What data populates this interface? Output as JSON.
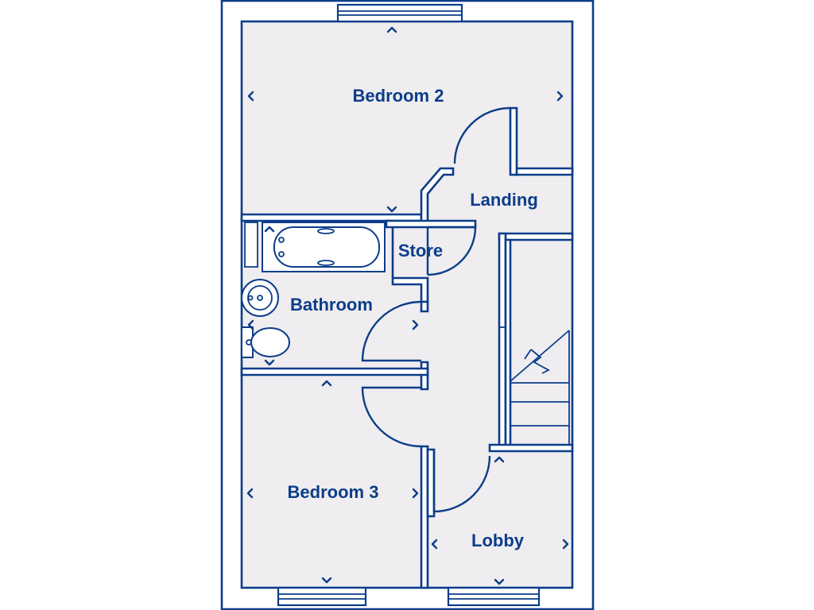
{
  "floorplan": {
    "rooms": [
      {
        "id": "bedroom2",
        "label": "Bedroom 2"
      },
      {
        "id": "landing",
        "label": "Landing"
      },
      {
        "id": "store",
        "label": "Store"
      },
      {
        "id": "bathroom",
        "label": "Bathroom"
      },
      {
        "id": "bedroom3",
        "label": "Bedroom 3"
      },
      {
        "id": "lobby",
        "label": "Lobby"
      }
    ],
    "colors": {
      "wall": "#0b3d8a",
      "room_fill": "#efedef",
      "background": "#ffffff"
    }
  }
}
